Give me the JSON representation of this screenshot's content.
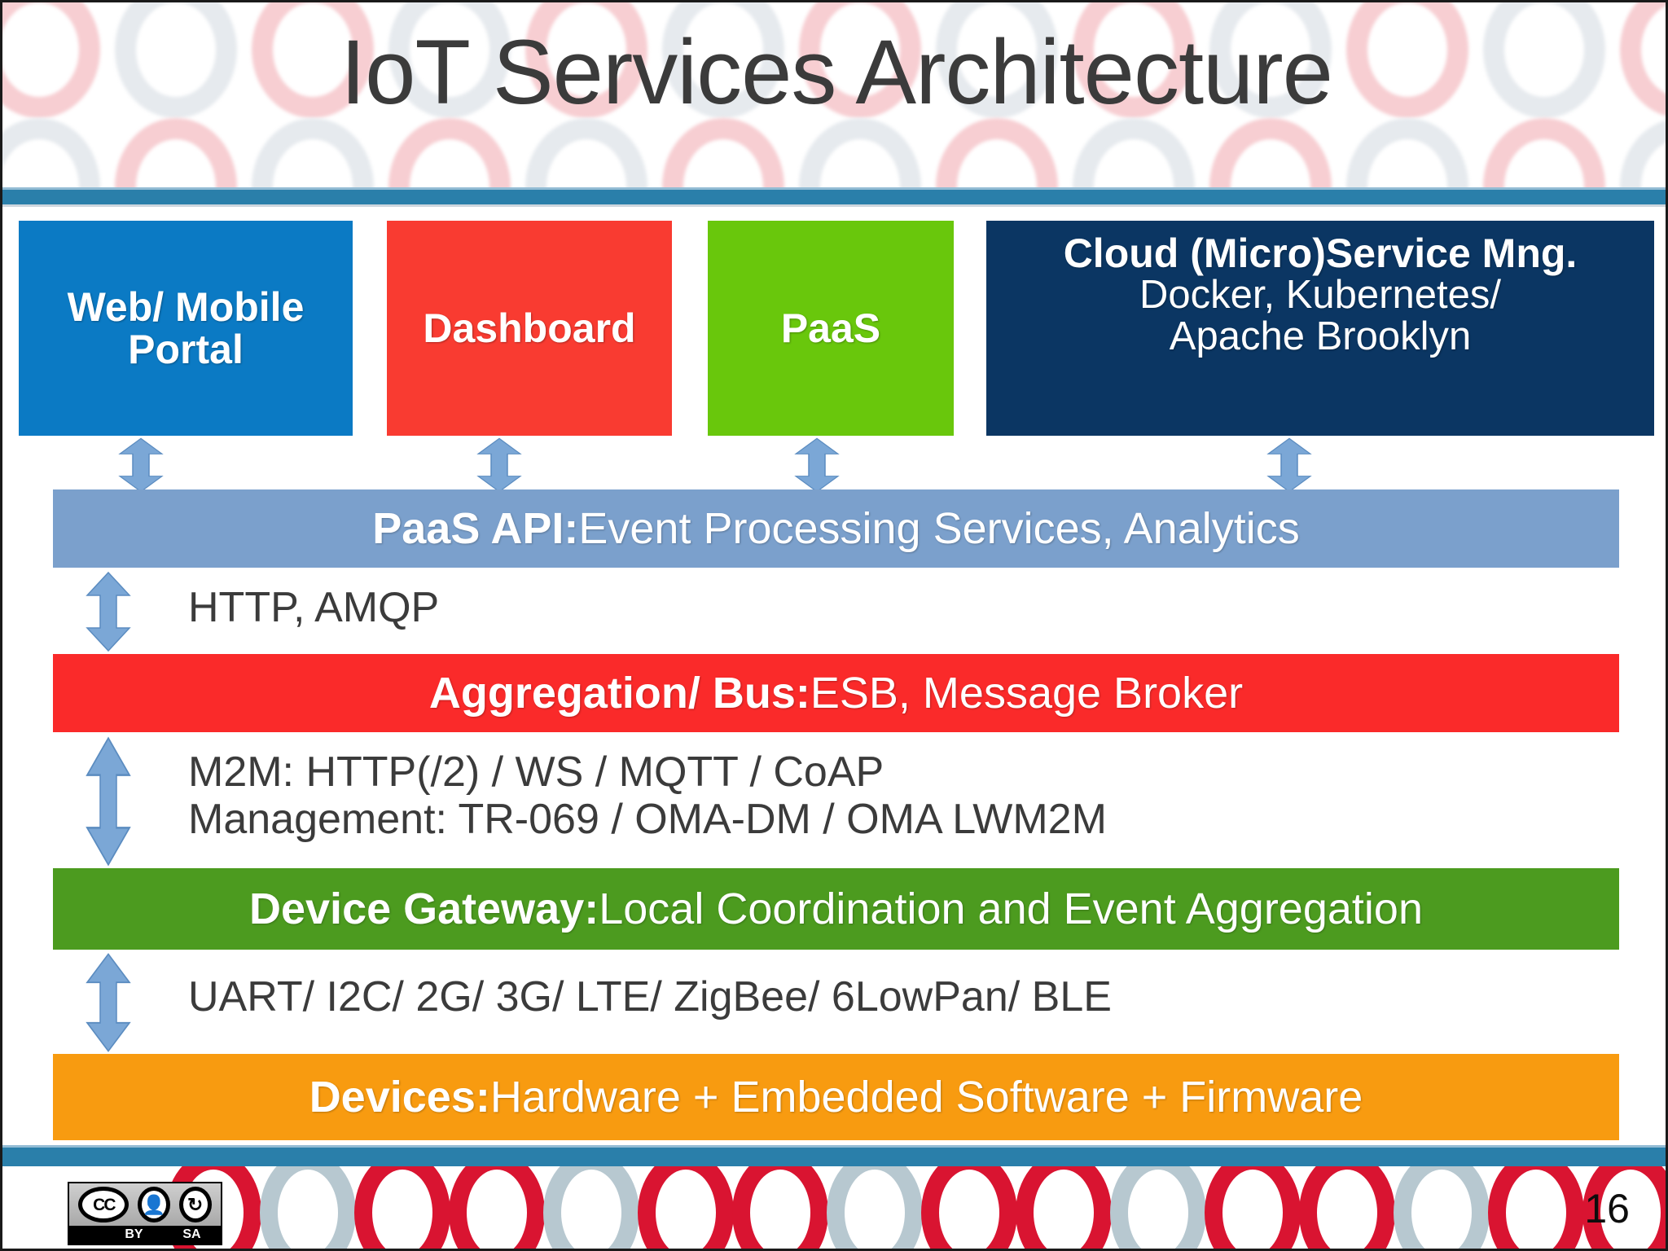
{
  "slide": {
    "title": "IoT Services Architecture",
    "page_number": "16"
  },
  "colors": {
    "divider_blue": "#2a7faa",
    "portal_blue": "#0b7ac4",
    "dashboard_red": "#f93b31",
    "paas_green": "#69c70c",
    "cloud_navy": "#0b3663",
    "paas_api_blue": "#7ba0cc",
    "aggregation_red": "#fa2a2a",
    "gateway_green": "#4c9b1f",
    "devices_orange": "#f89b10",
    "arrow_blue": "#7ba7d6",
    "title_text": "#3b3b3b",
    "footer_ring_red": "#d91431",
    "footer_ring_grey": "#b7c8d0"
  },
  "top_boxes": [
    {
      "id": "portal",
      "label": "Web/ Mobile Portal",
      "line1": "Web/ Mobile",
      "line2": "Portal"
    },
    {
      "id": "dashboard",
      "label": "Dashboard",
      "line1": "Dashboard",
      "line2": ""
    },
    {
      "id": "paas",
      "label": "PaaS",
      "line1": "PaaS",
      "line2": ""
    },
    {
      "id": "cloud",
      "label": "Cloud (Micro)Service Mng.",
      "line1": "Cloud (Micro)Service Mng.",
      "line2": "Docker, Kubernetes/",
      "line3": "Apache Brooklyn"
    }
  ],
  "layers": [
    {
      "id": "paas_api",
      "bold": "PaaS API:",
      "rest": " Event Processing Services, Analytics"
    },
    {
      "id": "aggregation",
      "bold": "Aggregation/ Bus:",
      "rest": " ESB, Message Broker"
    },
    {
      "id": "gateway",
      "bold": "Device Gateway:",
      "rest": " Local Coordination and Event Aggregation"
    },
    {
      "id": "devices",
      "bold": "Devices:",
      "rest": " Hardware + Embedded Software + Firmware"
    }
  ],
  "protocols": {
    "http_amqp": "HTTP, AMQP",
    "m2m_line1": "M2M: HTTP(/2) / WS / MQTT / CoAP",
    "m2m_line2": "Management: TR-069 / OMA-DM / OMA LWM2M",
    "uart": "UART/ I2C/ 2G/ 3G/ LTE/ ZigBee/ 6LowPan/ BLE"
  },
  "license": {
    "cc": "CC",
    "by": "BY",
    "sa": "SA",
    "by_glyph": "i",
    "sa_glyph": "↺"
  }
}
